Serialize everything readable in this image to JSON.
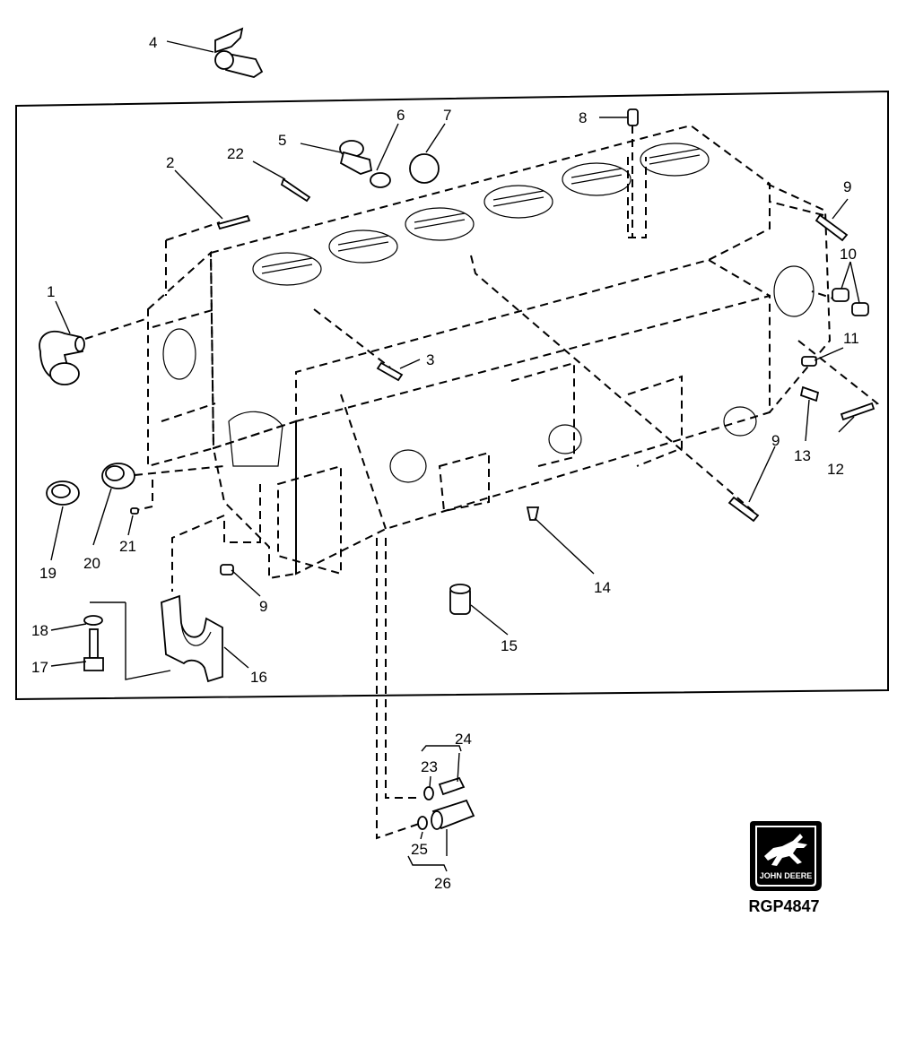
{
  "labels": {
    "l1": "1",
    "l2": "2",
    "l3": "3",
    "l4": "4",
    "l5": "5",
    "l6": "6",
    "l7": "7",
    "l8": "8",
    "l9a": "9",
    "l9b": "9",
    "l9c": "9",
    "l10": "10",
    "l11": "11",
    "l12": "12",
    "l13": "13",
    "l14": "14",
    "l15": "15",
    "l16": "16",
    "l17": "17",
    "l18": "18",
    "l19": "19",
    "l20": "20",
    "l21": "21",
    "l22": "22",
    "l23": "23",
    "l24": "24",
    "l25": "25",
    "l26": "26"
  },
  "logo": {
    "brand": "JOHN DEERE"
  },
  "figure_code": "RGP4847",
  "colors": {
    "ink": "#000000",
    "paper": "#ffffff"
  }
}
